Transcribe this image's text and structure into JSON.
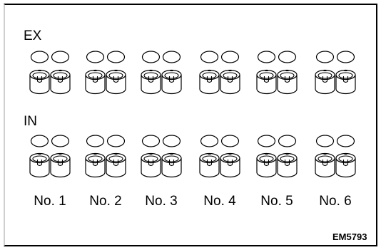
{
  "labels": {
    "exhaust": "EX",
    "intake": "IN",
    "figure_code": "EM5793"
  },
  "cylinders": [
    "No. 1",
    "No. 2",
    "No. 3",
    "No. 4",
    "No. 5",
    "No. 6"
  ],
  "valves_per_cylinder": 2,
  "colors": {
    "line": "#000000",
    "background": "#ffffff"
  }
}
